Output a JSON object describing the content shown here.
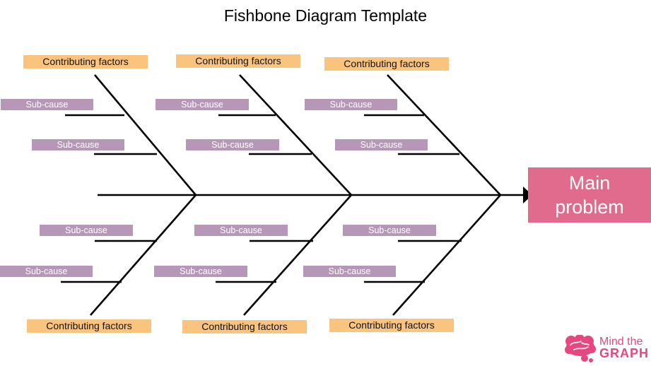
{
  "title": "Fishbone Diagram Template",
  "main_problem": {
    "line1": "Main",
    "line2": "problem"
  },
  "colors": {
    "factor": "#fac47e",
    "sub": "#b797b7",
    "main": "#e16b8d",
    "logo": "#e5487e",
    "line": "#000000"
  },
  "top_factors": [
    "Contributing factors",
    "Contributing factors",
    "Contributing factors"
  ],
  "bottom_factors": [
    "Contributing factors",
    "Contributing factors",
    "Contributing factors"
  ],
  "top_subs": [
    [
      "Sub-cause",
      "Sub-cause"
    ],
    [
      "Sub-cause",
      "Sub-cause"
    ],
    [
      "Sub-cause",
      "Sub-cause"
    ]
  ],
  "bottom_subs": [
    [
      "Sub-cause",
      "Sub-cause"
    ],
    [
      "Sub-cause",
      "Sub-cause"
    ],
    [
      "Sub-cause",
      "Sub-cause"
    ]
  ],
  "logo": {
    "line1": "Mind the",
    "line2": "GRAPH",
    "icon": "brain-icon"
  }
}
